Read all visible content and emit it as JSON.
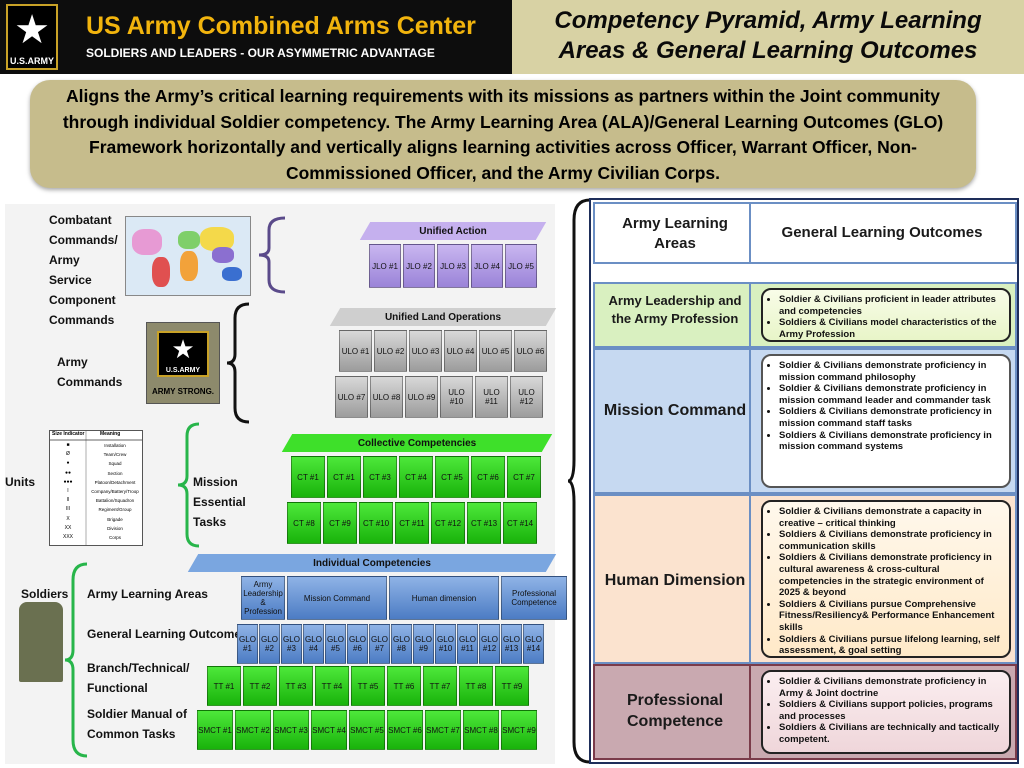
{
  "header": {
    "org_title": "US Army Combined Arms Center",
    "org_subtitle": "SOLDIERS AND LEADERS - OUR ASYMMETRIC ADVANTAGE",
    "logo_text": "U.S.ARMY",
    "page_title_line1": "Competency Pyramid, Army Learning",
    "page_title_line2": "Areas & General Learning Outcomes"
  },
  "banner": {
    "text": "Aligns the Army’s critical learning requirements with its missions as partners within the Joint community through individual Soldier competency.  The Army Learning Area (ALA)/General Learning Outcomes (GLO) Framework horizontally and vertically aligns learning activities across Officer, Warrant Officer, Non-Commissioned Officer, and the Army Civilian Corps."
  },
  "diagram": {
    "labels": {
      "combatant": "Combatant Commands/ Army Service Component Commands",
      "army_commands": "Army Commands",
      "units": "Units",
      "mission_essential": "Mission Essential Tasks",
      "soldiers": "Soldiers",
      "ala": "Army Learning Areas",
      "glo": "General Learning Outcomes",
      "branch": "Branch/Technical/ Functional",
      "smct": "Soldier Manual of Common Tasks"
    },
    "army_strong": "ARMY STRONG.",
    "army_logo_text": "U.S.ARMY",
    "tiers": {
      "unified_action": "Unified Action",
      "unified_land": "Unified Land Operations",
      "collective": "Collective Competencies",
      "individual": "Individual Competencies"
    },
    "jlo": [
      "JLO #1",
      "JLO #2",
      "JLO #3",
      "JLO #4",
      "JLO #5"
    ],
    "ulo_row1": [
      "ULO #1",
      "ULO #2",
      "ULO #3",
      "ULO #4",
      "ULO #5",
      "ULO #6"
    ],
    "ulo_row2": [
      "ULO #7",
      "ULO #8",
      "ULO #9",
      "ULO #10",
      "ULO #11",
      "ULO #12"
    ],
    "ct_row1": [
      "CT #1",
      "CT #1",
      "CT #3",
      "CT #4",
      "CT #5",
      "CT #6",
      "CT #7"
    ],
    "ct_row2": [
      "CT #8",
      "CT #9",
      "CT #10",
      "CT #11",
      "CT #12",
      "CT #13",
      "CT #14"
    ],
    "ala_blocks": [
      "Army Leadership & Profession",
      "Mission Command",
      "Human dimension",
      "Professional Competence"
    ],
    "glo_cells": [
      "GLO #1",
      "GLO #2",
      "GLO #3",
      "GLO #4",
      "GLO #5",
      "GLO #6",
      "GLO #7",
      "GLO #8",
      "GLO #9",
      "GLO #10",
      "GLO #11",
      "GLO #12",
      "GLO #13",
      "GLO #14"
    ],
    "tt_cells": [
      "TT #1",
      "TT #2",
      "TT #3",
      "TT #4",
      "TT #5",
      "TT #6",
      "TT #7",
      "TT #8",
      "TT #9"
    ],
    "smct_cells": [
      "SMCT #1",
      "SMCT #2",
      "SMCT #3",
      "SMCT #4",
      "SMCT #5",
      "SMCT #6",
      "SMCT #7",
      "SMCT #8",
      "SMCT #9"
    ],
    "unit_table": {
      "headers": [
        "Size Indicator",
        "Meaning"
      ],
      "meanings": [
        "Installation",
        "Team/Crew",
        "Squad",
        "Section",
        "Platoon/Detachment",
        "Company/Battery/Troop",
        "Battalion/Squadron",
        "Regiment/Group",
        "Brigade",
        "Division",
        "Corps"
      ],
      "symbols": [
        "■",
        "Ø",
        "●",
        "●●",
        "●●●",
        "I",
        "II",
        "III",
        "X",
        "XX",
        "XXX"
      ]
    }
  },
  "table": {
    "col1_header": "Army Learning Areas",
    "col2_header": "General Learning Outcomes",
    "rows": [
      {
        "area": "Army Leadership and the Army Profession",
        "bullets": [
          "Soldier & Civilians  proficient in leader attributes and competencies",
          "Soldiers & Civilians model characteristics of the Army Profession"
        ]
      },
      {
        "area": "Mission Command",
        "bullets": [
          "Soldier & Civilians  demonstrate proficiency in mission command philosophy",
          "Soldier & Civilians  demonstrate proficiency in mission command leader and commander task",
          "Soldiers & Civilians  demonstrate proficiency in mission command staff tasks",
          "Soldiers & Civilians  demonstrate proficiency in mission command systems"
        ]
      },
      {
        "area": "Human Dimension",
        "bullets": [
          "Soldier & Civilians  demonstrate a capacity in creative – critical thinking",
          "Soldiers & Civilians  demonstrate proficiency in communication  skills",
          "Soldiers & Civilians  demonstrate proficiency in cultural awareness & cross-cultural competencies  in the strategic environment of 2025 & beyond",
          "Soldiers & Civilians  pursue Comprehensive Fitness/Resiliency& Performance Enhancement skills",
          "Soldiers & Civilians  pursue lifelong learning, self assessment,  & goal setting"
        ]
      },
      {
        "area": "Professional Competence",
        "bullets": [
          "Soldier & Civilians  demonstrate proficiency in Army & Joint doctrine",
          "Soldiers & Civilians  support policies, programs and processes",
          "Soldiers & Civilians  are technically  and tactically  competent."
        ]
      }
    ]
  }
}
